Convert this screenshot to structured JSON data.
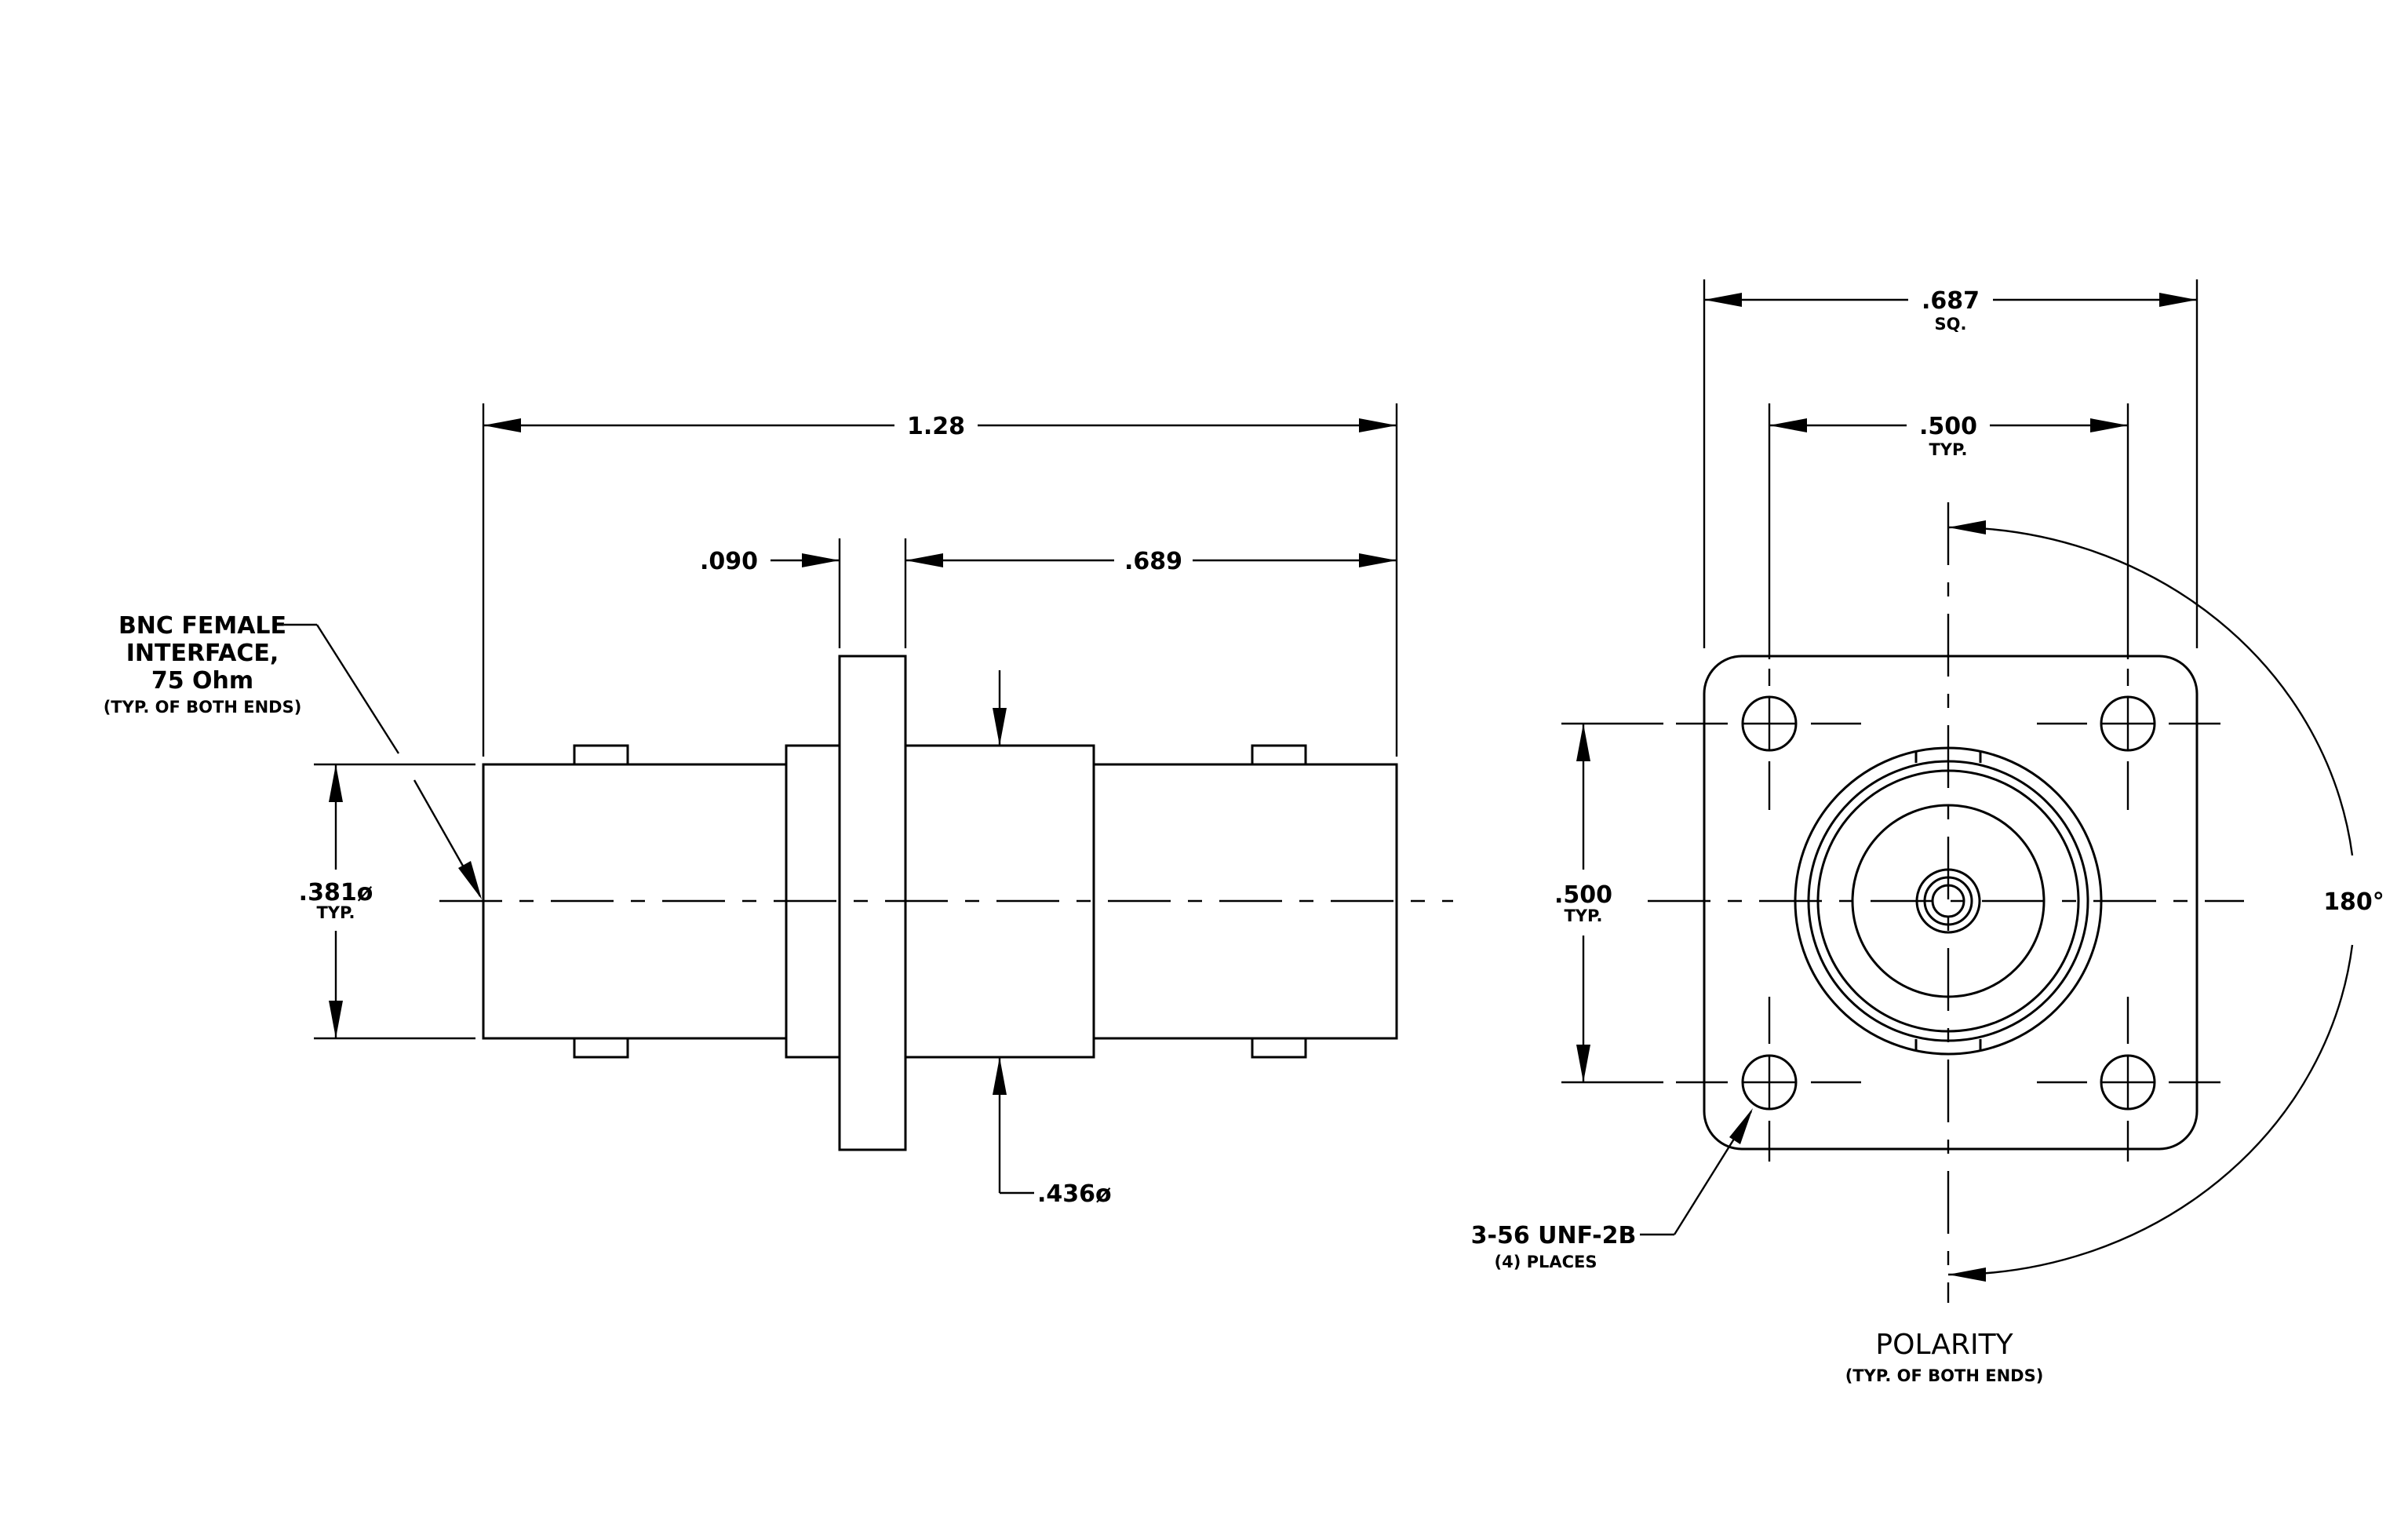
{
  "labels": {
    "interface_line1": "BNC FEMALE",
    "interface_line2": "INTERFACE,",
    "interface_line3": "75 Ohm",
    "interface_note": "(TYP. OF BOTH ENDS)",
    "thread_callout": "3-56 UNF-2B",
    "thread_note": "(4) PLACES",
    "polarity_title": "POLARITY",
    "polarity_note": "(TYP. OF BOTH ENDS)"
  },
  "dimensions": {
    "overall_length": "1.28",
    "flange_thickness": ".090",
    "body_length": ".689",
    "bnc_diameter": ".381ø",
    "bnc_diameter_note": "TYP.",
    "body_diameter": ".436ø",
    "flange_square": ".687",
    "flange_square_note": "SQ.",
    "hole_spacing_h": ".500",
    "hole_spacing_h_note": "TYP.",
    "hole_spacing_v": ".500",
    "hole_spacing_v_note": "TYP.",
    "polarity_angle": "180°"
  }
}
